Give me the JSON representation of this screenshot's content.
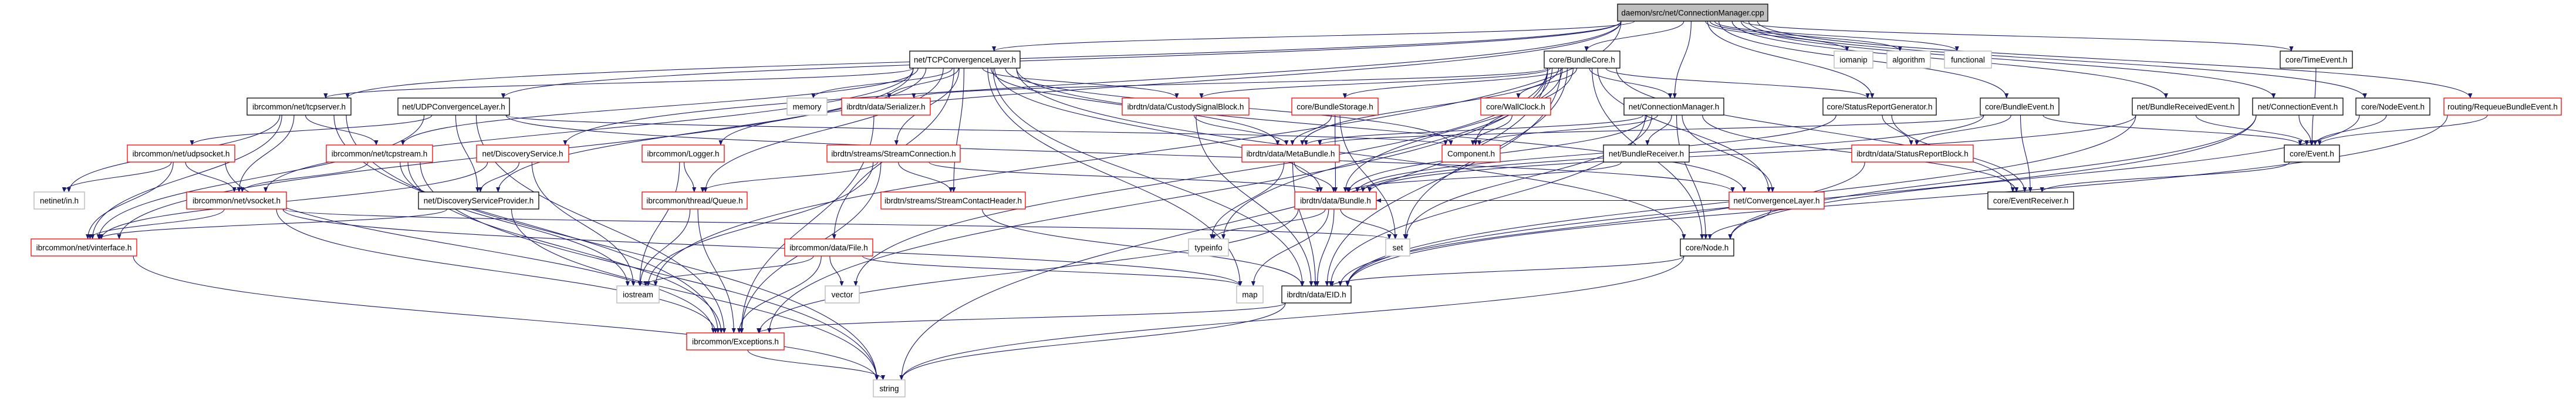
{
  "colors": {
    "edge": "#191970",
    "border_linked": "#000000",
    "border_incomplete": "#ff0000",
    "border_system": "#bfbfbf",
    "root_fill": "#bfbfbf",
    "node_fill": "#ffffff"
  },
  "nodes": [
    {
      "id": "root",
      "label": "daemon/src/net/ConnectionManager.cpp",
      "kind": "root"
    },
    {
      "id": "tcpcl",
      "label": "net/TCPConvergenceLayer.h",
      "kind": "black"
    },
    {
      "id": "bundlecore",
      "label": "core/BundleCore.h",
      "kind": "black"
    },
    {
      "id": "iomanip",
      "label": "iomanip",
      "kind": "gray"
    },
    {
      "id": "algorithm",
      "label": "algorithm",
      "kind": "gray"
    },
    {
      "id": "functional",
      "label": "functional",
      "kind": "gray"
    },
    {
      "id": "timeevent",
      "label": "core/TimeEvent.h",
      "kind": "black"
    },
    {
      "id": "tcpserver",
      "label": "ibrcommon/net/tcpserver.h",
      "kind": "black"
    },
    {
      "id": "udpcl",
      "label": "net/UDPConvergenceLayer.h",
      "kind": "black"
    },
    {
      "id": "memory",
      "label": "memory",
      "kind": "gray"
    },
    {
      "id": "serializer",
      "label": "ibrdtn/data/Serializer.h",
      "kind": "red"
    },
    {
      "id": "custodysignalblock",
      "label": "ibrdtn/data/CustodySignalBlock.h",
      "kind": "red"
    },
    {
      "id": "bundlestorage",
      "label": "core/BundleStorage.h",
      "kind": "red"
    },
    {
      "id": "wallclock",
      "label": "core/WallClock.h",
      "kind": "red"
    },
    {
      "id": "connmgr_h",
      "label": "net/ConnectionManager.h",
      "kind": "black"
    },
    {
      "id": "statusreportgen",
      "label": "core/StatusReportGenerator.h",
      "kind": "black"
    },
    {
      "id": "bundleevent",
      "label": "core/BundleEvent.h",
      "kind": "black"
    },
    {
      "id": "bundlereceivedevent",
      "label": "net/BundleReceivedEvent.h",
      "kind": "black"
    },
    {
      "id": "connectionevent",
      "label": "net/ConnectionEvent.h",
      "kind": "black"
    },
    {
      "id": "nodeevent",
      "label": "core/NodeEvent.h",
      "kind": "black"
    },
    {
      "id": "requeue",
      "label": "routing/RequeueBundleEvent.h",
      "kind": "red"
    },
    {
      "id": "udpsocket",
      "label": "ibrcommon/net/udpsocket.h",
      "kind": "red"
    },
    {
      "id": "tcpstream",
      "label": "ibrcommon/net/tcpstream.h",
      "kind": "red"
    },
    {
      "id": "discoveryservice",
      "label": "net/DiscoveryService.h",
      "kind": "red"
    },
    {
      "id": "logger",
      "label": "ibrcommon/Logger.h",
      "kind": "red"
    },
    {
      "id": "streamconnection",
      "label": "ibrdtn/streams/StreamConnection.h",
      "kind": "red"
    },
    {
      "id": "metabundle",
      "label": "ibrdtn/data/MetaBundle.h",
      "kind": "red"
    },
    {
      "id": "component",
      "label": "Component.h",
      "kind": "red"
    },
    {
      "id": "bundlereceiver",
      "label": "net/BundleReceiver.h",
      "kind": "black"
    },
    {
      "id": "statusreportblock",
      "label": "ibrdtn/data/StatusReportBlock.h",
      "kind": "red"
    },
    {
      "id": "event",
      "label": "core/Event.h",
      "kind": "black"
    },
    {
      "id": "netinet",
      "label": "netinet/in.h",
      "kind": "gray"
    },
    {
      "id": "vsocket",
      "label": "ibrcommon/net/vsocket.h",
      "kind": "red"
    },
    {
      "id": "discoveryserviceprovider",
      "label": "net/DiscoveryServiceProvider.h",
      "kind": "black"
    },
    {
      "id": "queue",
      "label": "ibrcommon/thread/Queue.h",
      "kind": "red"
    },
    {
      "id": "streamcontactheader",
      "label": "ibrdtn/streams/StreamContactHeader.h",
      "kind": "red"
    },
    {
      "id": "bundle",
      "label": "ibrdtn/data/Bundle.h",
      "kind": "red"
    },
    {
      "id": "convergencelayer",
      "label": "net/ConvergenceLayer.h",
      "kind": "red"
    },
    {
      "id": "eventreceiver",
      "label": "core/EventReceiver.h",
      "kind": "black"
    },
    {
      "id": "vinterface",
      "label": "ibrcommon/net/vinterface.h",
      "kind": "red"
    },
    {
      "id": "file",
      "label": "ibrcommon/data/File.h",
      "kind": "red"
    },
    {
      "id": "typeinfo",
      "label": "typeinfo",
      "kind": "gray"
    },
    {
      "id": "set",
      "label": "set",
      "kind": "gray"
    },
    {
      "id": "node",
      "label": "core/Node.h",
      "kind": "black"
    },
    {
      "id": "iostream",
      "label": "iostream",
      "kind": "gray"
    },
    {
      "id": "vector",
      "label": "vector",
      "kind": "gray"
    },
    {
      "id": "map",
      "label": "map",
      "kind": "gray"
    },
    {
      "id": "eid",
      "label": "ibrdtn/data/EID.h",
      "kind": "black"
    },
    {
      "id": "exceptions",
      "label": "ibrcommon/Exceptions.h",
      "kind": "red"
    },
    {
      "id": "string",
      "label": "string",
      "kind": "gray"
    }
  ],
  "edges": [
    [
      "root",
      "bundlecore"
    ],
    [
      "root",
      "connmgr_h"
    ],
    [
      "root",
      "iomanip"
    ],
    [
      "root",
      "algorithm"
    ],
    [
      "root",
      "functional"
    ],
    [
      "root",
      "timeevent"
    ],
    [
      "root",
      "tcpcl"
    ],
    [
      "root",
      "tcpserver"
    ],
    [
      "root",
      "udpcl"
    ],
    [
      "root",
      "discoveryservice"
    ],
    [
      "root",
      "logger"
    ],
    [
      "root",
      "iostream"
    ],
    [
      "root",
      "bundleevent"
    ],
    [
      "root",
      "bundlereceivedevent"
    ],
    [
      "root",
      "connectionevent"
    ],
    [
      "root",
      "nodeevent"
    ],
    [
      "root",
      "requeue"
    ],
    [
      "root",
      "statusreportgen"
    ],
    [
      "bundlecore",
      "bundlestorage"
    ],
    [
      "bundlecore",
      "wallclock"
    ],
    [
      "bundlecore",
      "connmgr_h"
    ],
    [
      "bundlecore",
      "component"
    ],
    [
      "bundlecore",
      "statusreportgen"
    ],
    [
      "bundlecore",
      "eid"
    ],
    [
      "bundlecore",
      "set"
    ],
    [
      "bundlecore",
      "bundle"
    ],
    [
      "bundlecore",
      "convergencelayer"
    ],
    [
      "bundlecore",
      "node"
    ],
    [
      "bundlecore",
      "eventreceiver"
    ],
    [
      "bundlecore",
      "metabundle"
    ],
    [
      "bundlecore",
      "custodysignalblock"
    ],
    [
      "bundlecore",
      "serializer"
    ],
    [
      "bundlecore",
      "exceptions"
    ],
    [
      "bundlecore",
      "string"
    ],
    [
      "bundlecore",
      "typeinfo"
    ],
    [
      "bundlecore",
      "vector"
    ],
    [
      "connmgr_h",
      "bundlereceiver"
    ],
    [
      "connmgr_h",
      "component"
    ],
    [
      "connmgr_h",
      "convergencelayer"
    ],
    [
      "connmgr_h",
      "node"
    ],
    [
      "connmgr_h",
      "set"
    ],
    [
      "connmgr_h",
      "eid"
    ],
    [
      "connmgr_h",
      "bundle"
    ],
    [
      "connmgr_h",
      "eventreceiver"
    ],
    [
      "connmgr_h",
      "metabundle"
    ],
    [
      "bundlestorage",
      "metabundle"
    ],
    [
      "bundlestorage",
      "bundle"
    ],
    [
      "bundlestorage",
      "set"
    ],
    [
      "wallclock",
      "component"
    ],
    [
      "statusreportgen",
      "statusreportblock"
    ],
    [
      "statusreportgen",
      "eventreceiver"
    ],
    [
      "statusreportgen",
      "bundle"
    ],
    [
      "bundleevent",
      "statusreportblock"
    ],
    [
      "bundleevent",
      "event"
    ],
    [
      "bundleevent",
      "eventreceiver"
    ],
    [
      "bundleevent",
      "bundle"
    ],
    [
      "bundleevent",
      "metabundle"
    ],
    [
      "bundlereceivedevent",
      "event"
    ],
    [
      "bundlereceivedevent",
      "bundle"
    ],
    [
      "bundlereceivedevent",
      "eid"
    ],
    [
      "connectionevent",
      "event"
    ],
    [
      "connectionevent",
      "node"
    ],
    [
      "connectionevent",
      "eid"
    ],
    [
      "nodeevent",
      "event"
    ],
    [
      "nodeevent",
      "node"
    ],
    [
      "requeue",
      "event"
    ],
    [
      "requeue",
      "eid"
    ],
    [
      "timeevent",
      "event"
    ],
    [
      "event",
      "eventreceiver"
    ],
    [
      "bundlereceiver",
      "bundle"
    ],
    [
      "convergencelayer",
      "node"
    ],
    [
      "convergencelayer",
      "bundle"
    ],
    [
      "node",
      "eid"
    ],
    [
      "node",
      "string"
    ],
    [
      "statusreportblock",
      "eid"
    ],
    [
      "metabundle",
      "bundle"
    ],
    [
      "metabundle",
      "eid"
    ],
    [
      "metabundle",
      "typeinfo"
    ],
    [
      "bundle",
      "eid"
    ],
    [
      "bundle",
      "set"
    ],
    [
      "bundle",
      "map"
    ],
    [
      "bundle",
      "typeinfo"
    ],
    [
      "bundle",
      "exceptions"
    ],
    [
      "eid",
      "exceptions"
    ],
    [
      "eid",
      "string"
    ],
    [
      "custodysignalblock",
      "metabundle"
    ],
    [
      "custodysignalblock",
      "eid"
    ],
    [
      "serializer",
      "exceptions"
    ],
    [
      "tcpcl",
      "memory"
    ],
    [
      "tcpcl",
      "serializer"
    ],
    [
      "tcpcl",
      "streamconnection"
    ],
    [
      "tcpcl",
      "streamcontactheader"
    ],
    [
      "tcpcl",
      "tcpserver"
    ],
    [
      "tcpcl",
      "tcpstream"
    ],
    [
      "tcpcl",
      "queue"
    ],
    [
      "tcpcl",
      "component"
    ],
    [
      "tcpcl",
      "convergencelayer"
    ],
    [
      "tcpcl",
      "bundle"
    ],
    [
      "tcpcl",
      "metabundle"
    ],
    [
      "tcpcl",
      "eid"
    ],
    [
      "tcpcl",
      "map"
    ],
    [
      "tcpcl",
      "vinterface"
    ],
    [
      "tcpcl",
      "vsocket"
    ],
    [
      "tcpcl",
      "file"
    ],
    [
      "tcpcl",
      "discoveryserviceprovider"
    ],
    [
      "tcpcl",
      "node"
    ],
    [
      "tcpcl",
      "custodysignalblock"
    ],
    [
      "streamconnection",
      "queue"
    ],
    [
      "streamconnection",
      "streamcontactheader"
    ],
    [
      "streamconnection",
      "exceptions"
    ],
    [
      "streamconnection",
      "iostream"
    ],
    [
      "streamconnection",
      "bundle"
    ],
    [
      "streamcontactheader",
      "eid"
    ],
    [
      "logger",
      "queue"
    ],
    [
      "logger",
      "iostream"
    ],
    [
      "queue",
      "exceptions"
    ],
    [
      "queue",
      "iostream"
    ],
    [
      "file",
      "iostream"
    ],
    [
      "file",
      "exceptions"
    ],
    [
      "file",
      "vector"
    ],
    [
      "file",
      "map"
    ],
    [
      "tcpserver",
      "tcpstream"
    ],
    [
      "tcpserver",
      "vsocket"
    ],
    [
      "tcpserver",
      "netinet"
    ],
    [
      "tcpserver",
      "vinterface"
    ],
    [
      "tcpserver",
      "exceptions"
    ],
    [
      "tcpserver",
      "string"
    ],
    [
      "udpcl",
      "udpsocket"
    ],
    [
      "udpcl",
      "vinterface"
    ],
    [
      "udpcl",
      "discoveryserviceprovider"
    ],
    [
      "udpcl",
      "convergencelayer"
    ],
    [
      "udpcl",
      "component"
    ],
    [
      "udpcl",
      "exceptions"
    ],
    [
      "udpsocket",
      "netinet"
    ],
    [
      "udpsocket",
      "vsocket"
    ],
    [
      "udpsocket",
      "vinterface"
    ],
    [
      "udpsocket",
      "exceptions"
    ],
    [
      "tcpstream",
      "vsocket"
    ],
    [
      "tcpstream",
      "iostream"
    ],
    [
      "tcpstream",
      "exceptions"
    ],
    [
      "tcpstream",
      "string"
    ],
    [
      "vsocket",
      "vinterface"
    ],
    [
      "vsocket",
      "set"
    ],
    [
      "vsocket",
      "map"
    ],
    [
      "vsocket",
      "exceptions"
    ],
    [
      "discoveryservice",
      "discoveryserviceprovider"
    ],
    [
      "discoveryservice",
      "vinterface"
    ],
    [
      "discoveryservice",
      "iostream"
    ],
    [
      "discoveryserviceprovider",
      "vinterface"
    ],
    [
      "discoveryserviceprovider",
      "string"
    ],
    [
      "vinterface",
      "string"
    ],
    [
      "exceptions",
      "string"
    ]
  ]
}
